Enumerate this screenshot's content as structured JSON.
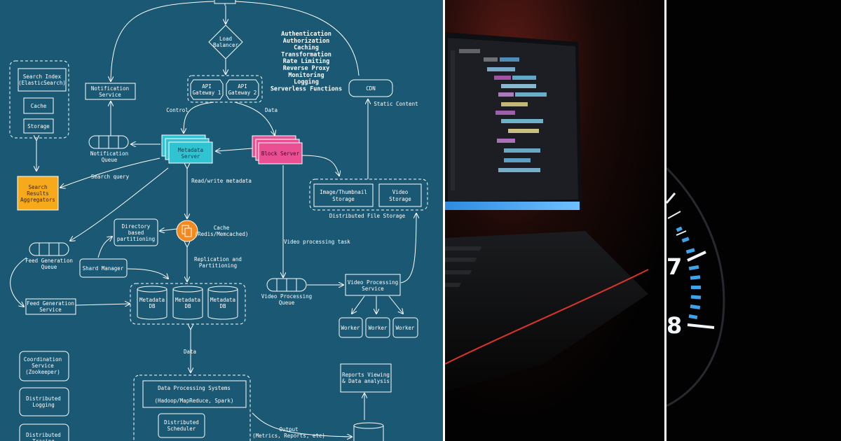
{
  "diagram": {
    "load_balancer": "Load Balancer",
    "api_gateways": [
      "API Gateway 1",
      "API Gateway 2"
    ],
    "gateway_features": [
      "Authentication",
      "Authorization",
      "Caching",
      "Transformation",
      "Rate Limiting",
      "Reverse Proxy",
      "Monitoring",
      "Logging",
      "Serverless Functions"
    ],
    "cdn": "CDN",
    "static_content": "Static Content",
    "control": "Control",
    "data_label": "Data",
    "notification_service": "Notification Service",
    "notification_queue": "Notification Queue",
    "search_index_group": [
      "Search Index (ElasticSearch)",
      "Cache",
      "Storage"
    ],
    "metadata_server": "Metadata Server",
    "block_server": "Block Server",
    "search_query": "Search query",
    "search_results": "Search Results Aggregators",
    "read_write_metadata": "Read/write metadata",
    "image_storage": "Image/Thumbnail Storage",
    "video_storage": "Video Storage",
    "distributed_file_storage": "Distributed File Storage",
    "directory_partitioning": "Directory based partitioning",
    "cache_redis": "Cache (Redis/Memcached)",
    "feed_generation_queue": "Feed Generation Queue",
    "shard_manager": "Shard Manager",
    "replication": "Replication and Partitioning",
    "video_processing_task": "Video processing task",
    "video_processing_queue": "Video Processing Queue",
    "video_processing_service": "Video Processing Service",
    "feed_generation_service": "Feed Generation Service",
    "metadata_dbs": [
      "Metadata DB",
      "Metadata DB",
      "Metadata DB"
    ],
    "workers": [
      "Worker",
      "Worker",
      "Worker"
    ],
    "data_bottom": "Data",
    "coordination_service": "Coordination Service (Zookeeper)",
    "distributed_logging": "Distributed Logging",
    "distributed_tracing": "Distributed Tracing",
    "data_processing": "Data Processing Systems",
    "data_processing_tools": "(Hadoop/MapReduce, Spark)",
    "distributed_scheduler": "Distributed Scheduler",
    "reports": "Reports Viewing & Data analysis",
    "output": "Output",
    "output_detail": "(Metrics, Reports, etc)"
  },
  "colors": {
    "diagram_bg": "#1a5873",
    "metadata_server": "#30c3d1",
    "block_server": "#ea4f93",
    "search_results": "#f6a91a",
    "cache_icon": "#f48a1e"
  },
  "photos": [
    "laptop-code-photo",
    "speedometer-photo"
  ]
}
